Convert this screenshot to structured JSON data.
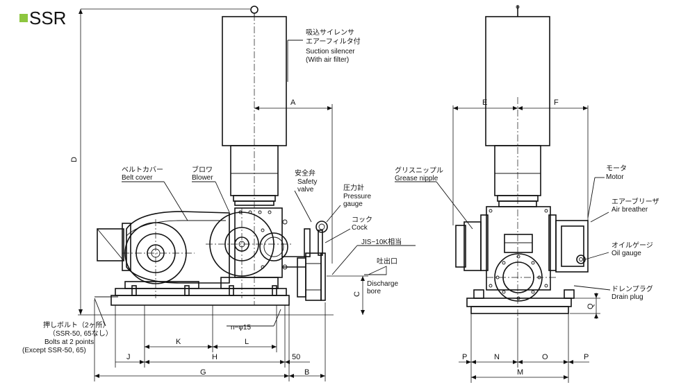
{
  "header": {
    "title": "SSR",
    "marker_color": "#8dc63f"
  },
  "callouts": {
    "suction_silencer": [
      "吸込サイレンサ",
      "エアーフィルタ付",
      "Suction silencer",
      "(With air filter)"
    ],
    "belt_cover": [
      "ベルトカバー",
      "Belt cover"
    ],
    "blower": [
      "ブロワ",
      "Blower"
    ],
    "safety_valve": [
      "安全弁",
      "Safety",
      "valve"
    ],
    "pressure_gauge": [
      "圧力計",
      "Pressure",
      "gauge"
    ],
    "cock": [
      "コック",
      "Cock"
    ],
    "jis": [
      "JIS−10K相当"
    ],
    "discharge": [
      "吐出口",
      "Discharge",
      "bore"
    ],
    "push_bolts": [
      "押しボルト（2ヶ所）",
      "（SSR-50, 65なし）",
      "Bolts at 2 points",
      "(Except SSR-50, 65)"
    ],
    "grease_nipple": [
      "グリスニップル",
      "Grease nipple"
    ],
    "motor": [
      "モータ",
      "Motor"
    ],
    "air_breather": [
      "エアーブリーザ",
      "Air breather"
    ],
    "oil_gauge": [
      "オイルゲージ",
      "Oil gauge"
    ],
    "drain_plug": [
      "ドレンプラグ",
      "Drain plug"
    ],
    "holes": "n−φ15"
  },
  "dimensions": {
    "A": "A",
    "B": "B",
    "C": "C",
    "D": "D",
    "E": "E",
    "F": "F",
    "G": "G",
    "H": "H",
    "J": "J",
    "K": "K",
    "L": "L",
    "M": "M",
    "N": "N",
    "O": "O",
    "P_left": "P",
    "P_right": "P",
    "Q": "Q",
    "fifty": "50"
  }
}
